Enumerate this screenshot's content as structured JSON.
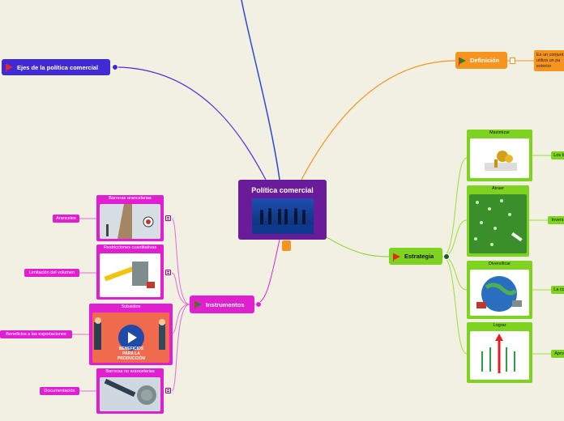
{
  "central": {
    "title": "Política comercial"
  },
  "ejes": {
    "label": "Ejes de la política comercial"
  },
  "definicion": {
    "label": "Definición",
    "note_lines": [
      "Es un conjunt",
      "utiliza un pa",
      "exterior"
    ]
  },
  "estrategia": {
    "label": "Estrategia",
    "items": [
      {
        "title": "Maximizar",
        "leaf": "Los b"
      },
      {
        "title": "Atraer",
        "leaf": "Invers"
      },
      {
        "title": "Diversificar",
        "leaf": "La co"
      },
      {
        "title": "Lograr",
        "leaf": "Apro"
      }
    ]
  },
  "instrumentos": {
    "label": "Instrumentos",
    "items": [
      {
        "title": "Barreras arancelarias",
        "leaf": "Aranceles"
      },
      {
        "title": "Restricciones cuantitativas",
        "leaf": "Limitación del volumen"
      },
      {
        "title": "Subsidios",
        "leaf": "Beneficios a las exportaciones",
        "video_text_1": "BENEFICIOS",
        "video_text_2": "PARA LA",
        "video_text_3": "PRODUCCIÓN"
      },
      {
        "title": "Barreras no arancelarias",
        "leaf": "Documentación"
      }
    ]
  },
  "colors": {
    "purple": "#6a1b9a",
    "orange": "#f7941d",
    "green": "#7ed321",
    "magenta": "#e020d0",
    "blue": "#3f2ad6"
  }
}
